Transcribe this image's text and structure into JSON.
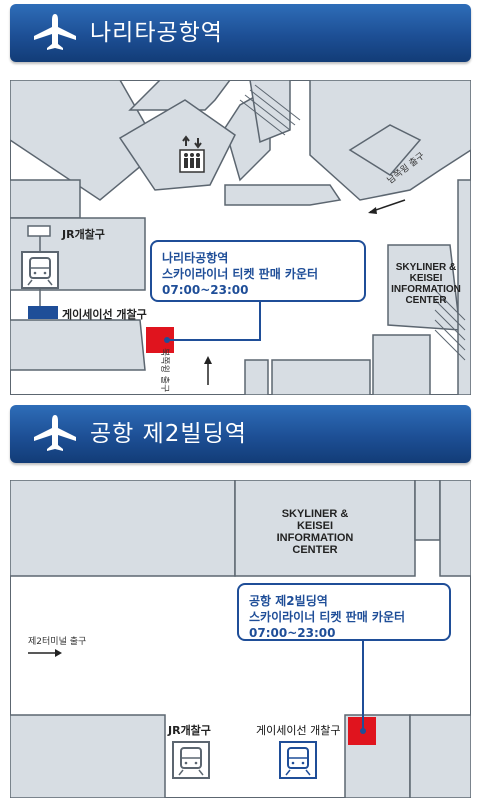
{
  "top": {
    "title": "나리타공항역",
    "callout": [
      "나리타공항역",
      "스카이라이너 티켓 판매 카운터",
      "07:00~23:00"
    ],
    "jr_gate": "JR개찰구",
    "keisei_gate": "게이세이선 개찰구",
    "info_center": [
      "SKYLINER &",
      "KEISEI",
      "INFORMATION",
      "CENTER"
    ],
    "south_exit": "남쪽윙 출구",
    "north_exit": "북쪽윙 출구"
  },
  "bottom": {
    "title": "공항 제2빌딩역",
    "callout": [
      "공항 제2빌딩역",
      "스카이라이너 티켓 판매 카운터",
      "07:00~23:00"
    ],
    "jr_gate": "JR개찰구",
    "keisei_gate": "게이세이선 개찰구",
    "info_center": [
      "SKYLINER &",
      "KEISEI",
      "INFORMATION",
      "CENTER"
    ],
    "terminal_exit": "제2터미널 출구"
  },
  "colors": {
    "accent": "#1f4e98",
    "counter": "#e0141e",
    "floor": "#d7dde3",
    "wall": "#5c6670"
  },
  "icons": [
    "airplane-icon",
    "elevator-icon",
    "train-icon",
    "arrow-icon"
  ]
}
